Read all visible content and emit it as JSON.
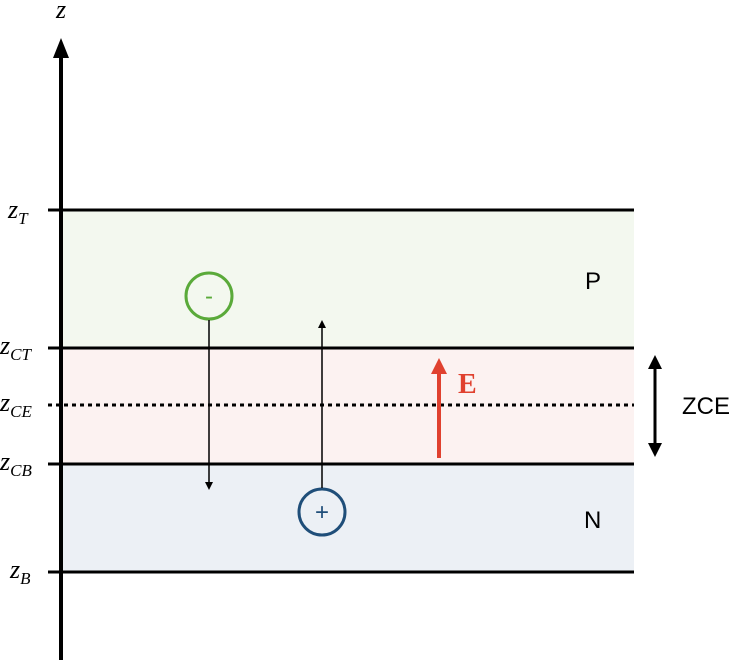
{
  "axis": {
    "label": "z"
  },
  "levels": [
    {
      "main": "z",
      "sub": "T"
    },
    {
      "main": "z",
      "sub": "CT"
    },
    {
      "main": "z",
      "sub": "CE"
    },
    {
      "main": "z",
      "sub": "CB"
    },
    {
      "main": "z",
      "sub": "B"
    }
  ],
  "regions": {
    "p": "P",
    "n": "N",
    "zce": "ZCE"
  },
  "charges": {
    "negative": "-",
    "positive": "+"
  },
  "field": {
    "label": "E"
  },
  "colors": {
    "p_fill": "#f3f8ef",
    "zce_fill": "#fcf2f1",
    "n_fill": "#ecf0f5",
    "green": "#5aaa3a",
    "blue": "#1f4e79",
    "red": "#e0412f"
  }
}
